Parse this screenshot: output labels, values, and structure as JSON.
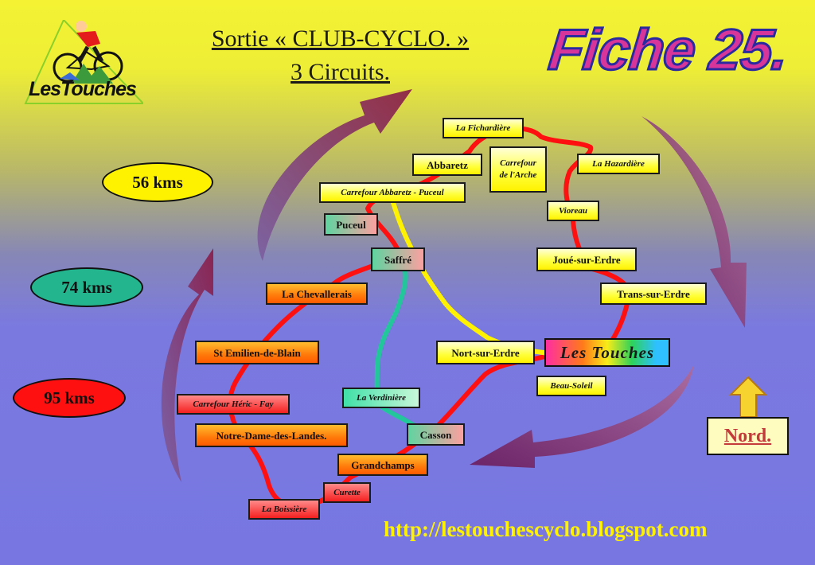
{
  "logo": {
    "text": "LesTouches"
  },
  "header": {
    "line1": "Sortie « CLUB-CYCLO. »",
    "line2": "3 Circuits."
  },
  "fiche": "Fiche 25.",
  "distances": [
    {
      "label": "56 kms",
      "color": "#fff200"
    },
    {
      "label": "74 kms",
      "color": "#22b58e"
    },
    {
      "label": "95 kms",
      "color": "#ff1010"
    }
  ],
  "places": {
    "fichardiere": "La Fichardière",
    "abbaretz": "Abbaretz",
    "carrefour_arche": "Carrefour de l'Arche",
    "hazardiere": "La Hazardière",
    "carrefour_abbaretz_puceul": "Carrefour Abbaretz - Puceul",
    "vioreau": "Vioreau",
    "puceul": "Puceul",
    "saffre": "Saffré",
    "joue": "Joué-sur-Erdre",
    "chevallerais": "La Chevallerais",
    "trans": "Trans-sur-Erdre",
    "st_emilien": "St Emilien-de-Blain",
    "nort": "Nort-sur-Erdre",
    "les_touches": "Les Touches",
    "beau_soleil": "Beau-Soleil",
    "carrefour_heric": "Carrefour Héric - Fay",
    "verdiniere": "La Verdinière",
    "notre_dame": "Notre-Dame-des-Landes.",
    "casson": "Casson",
    "grandchamps": "Grandchamps",
    "curette": "Curette",
    "boissiere": "La Boissière"
  },
  "north": "Nord.",
  "url": "http://lestouchescyclo.blogspot.com",
  "route_colors": {
    "red": "#ff1010",
    "yellow": "#fff200",
    "teal": "#22c69a"
  }
}
